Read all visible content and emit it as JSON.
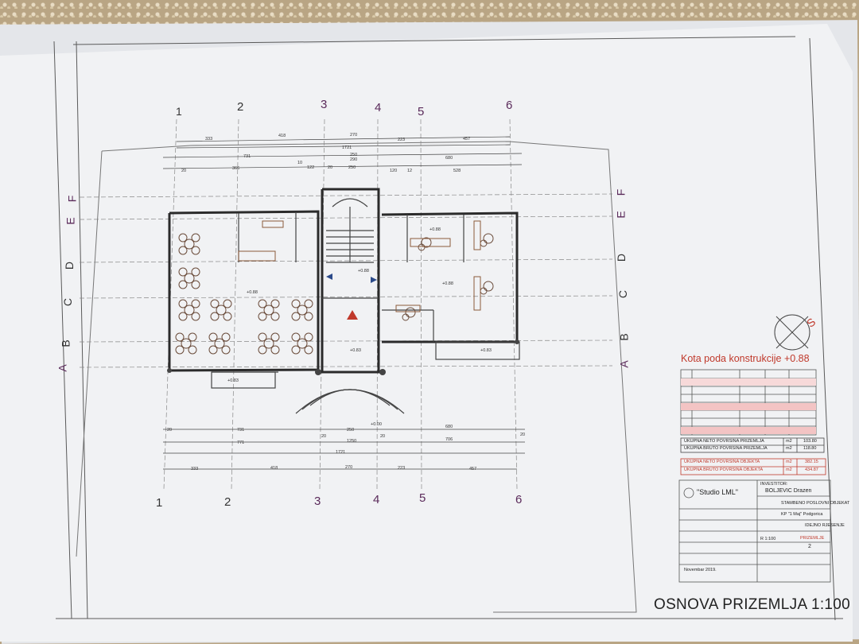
{
  "title": "OSNOVA PRIZEMLJA 1:100",
  "level_label": "Kota poda konstrukcije  +0.88",
  "grid": {
    "axes_numbers": [
      "1",
      "2",
      "3",
      "4",
      "5",
      "6"
    ],
    "axes_letters": [
      "A",
      "B",
      "C",
      "D",
      "E",
      "F"
    ]
  },
  "dimensions": {
    "top_row1": [
      "333",
      "418",
      "270",
      "223",
      "457"
    ],
    "top_total": "1721",
    "top_row2": [
      "731",
      "250",
      "290",
      "680"
    ],
    "top_row3": [
      "20",
      "366",
      "10",
      "122",
      "20",
      "250",
      "120",
      "12",
      "528"
    ],
    "bottom_row1": [
      "20",
      "731",
      "20",
      "250",
      "20",
      "680",
      "20"
    ],
    "bottom_row2": [
      "771",
      "1250",
      "706"
    ],
    "bottom_total": "1721",
    "bottom_row3": [
      "333",
      "418",
      "270",
      "223",
      "457"
    ]
  },
  "levels": [
    "+0.88",
    "+0.88",
    "+0.88",
    "+0.83",
    "+0.83",
    "+0.83",
    "+0.00",
    "+0.88"
  ],
  "room_table_title": "Kota poda konstrukcije  +0.88",
  "totals": [
    {
      "label": "UKUPNA NETO POVRSINA PRIZEMLJA",
      "unit": "m2",
      "value": "103.80"
    },
    {
      "label": "UKUPNA BRUTO POVRSINA PRIZEMLJA",
      "unit": "m2",
      "value": "118.80"
    },
    {
      "label": "UKUPNA NETO POVRSINA OBJEKTA",
      "unit": "m2",
      "value": "382.15"
    },
    {
      "label": "UKUPNA BRUTO POVRSINA OBJEKTA",
      "unit": "m2",
      "value": "434.87"
    }
  ],
  "title_block": {
    "studio": "\"Studio LML\"",
    "investor_label": "INVESTITOR:",
    "investor": "BOLJEVIC Drazen",
    "object": "STAMBENO POSLOVNI OBJEKAT",
    "location": "KP \"1 Maj\" Podgorica",
    "phase": "IDEJNO RJESENJE",
    "scale": "R 1:100",
    "content": "PRIZEMLJE",
    "sheet": "2",
    "date": "Novembar 2019."
  }
}
